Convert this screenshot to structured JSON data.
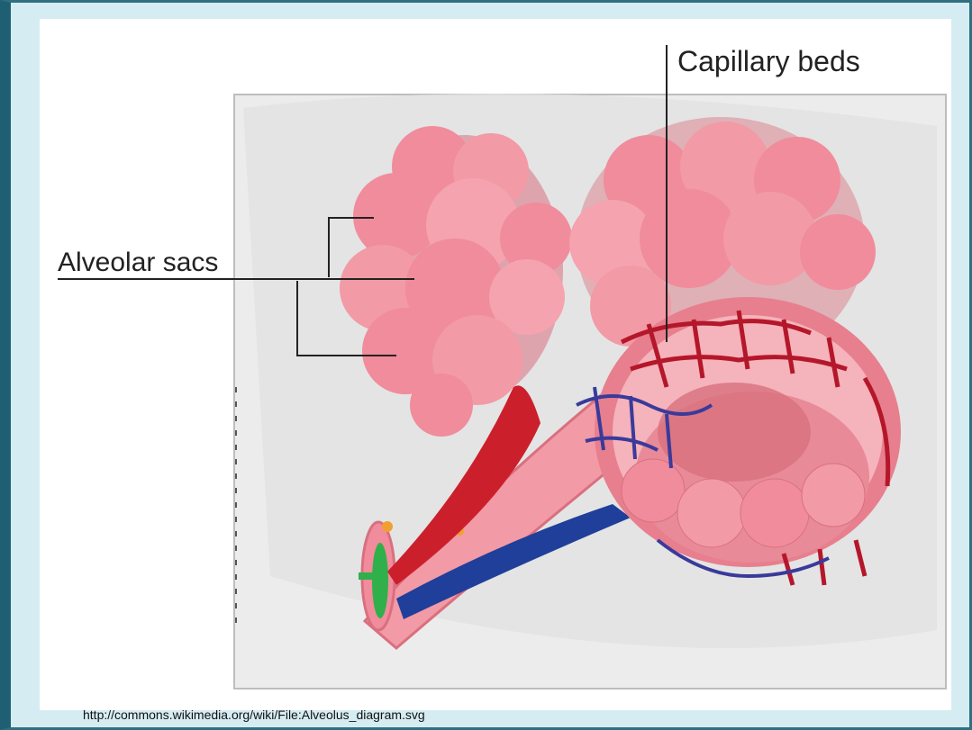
{
  "diagram": {
    "labels": {
      "alveolar_sacs": "Alveolar sacs",
      "capillary_beds": "Capillary beds"
    },
    "colors": {
      "alveoli": "#f08c9c",
      "alveoli_shadow": "#d9707f",
      "artery": "#cc1f2c",
      "vein": "#1f3f9a",
      "bronchiole_wall": "#f29aa6",
      "cartilage": "#2fb04a",
      "background_panel": "#ececec"
    }
  },
  "caption": {
    "source_url": "http://commons.wikimedia.org/wiki/File:Alveolus_diagram.svg"
  }
}
